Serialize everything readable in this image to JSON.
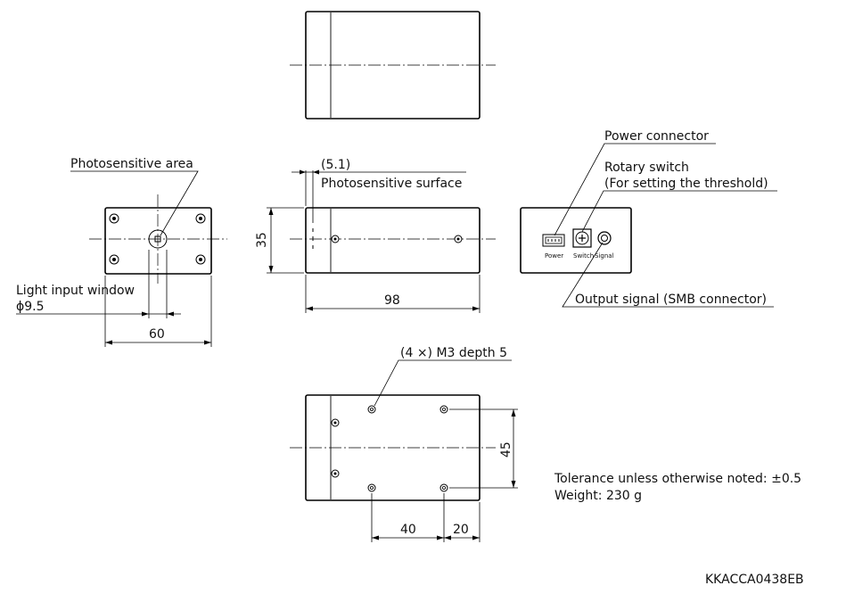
{
  "labels": {
    "photosensitive_area": "Photosensitive area",
    "photosensitive_surface": "Photosensitive surface",
    "surface_offset": "(5.1)",
    "light_input_window": "Light input window",
    "window_diameter": "ϕ9.5",
    "power_connector": "Power connector",
    "rotary_switch": "Rotary switch",
    "rotary_switch_note": "(For setting the threshold)",
    "output_signal": "Output signal (SMB connector)",
    "mount_holes": "(4 ×) M3 depth 5",
    "tolerance": "Tolerance unless otherwise noted: ±0.5",
    "weight": "Weight: 230 g",
    "drawing_code": "KKACCA0438EB"
  },
  "panel_labels": {
    "power": "Power",
    "switch": "Switch",
    "signal": "Signal"
  },
  "dimensions": {
    "front_width": "60",
    "height": "35",
    "length": "98",
    "hole_pitch_y": "45",
    "hole_pitch_x": "40",
    "hole_offset": "20"
  }
}
